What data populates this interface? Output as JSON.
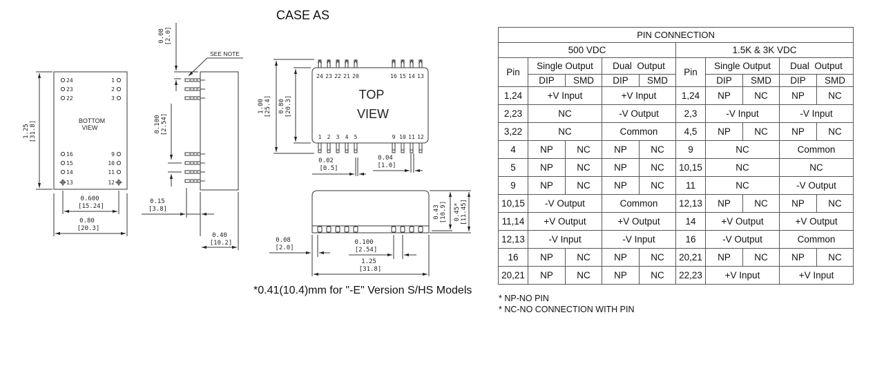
{
  "title": "CASE AS",
  "note_e_version": "*0.41(10.4)mm for \"-E\" Version S/HS Models",
  "bottom_view": {
    "label_line1": "BOTTOM",
    "label_line2": "VIEW",
    "pins_left": [
      "24",
      "23",
      "22",
      "16",
      "15",
      "14",
      "13"
    ],
    "pins_right": [
      "1",
      "2",
      "3",
      "9",
      "10",
      "11",
      "12"
    ],
    "dim_height": "1.25",
    "dim_height_mm": "[31.8]",
    "dim_pitch": "0.600",
    "dim_pitch_mm": "[15.24]",
    "dim_width": "0.80",
    "dim_width_mm": "[20.3]"
  },
  "side_view": {
    "see_note": "SEE NOTE",
    "dim_top": "0.08",
    "dim_top_mm": "[2.0]",
    "dim_pitch": "0.100",
    "dim_pitch_mm": "[2.54]",
    "dim_pin_len": "0.15",
    "dim_pin_len_mm": "[3.8]",
    "dim_depth": "0.40",
    "dim_depth_mm": "[10.2]"
  },
  "top_view": {
    "label_line1": "TOP",
    "label_line2": "VIEW",
    "pins_top": [
      "24",
      "23",
      "22",
      "21",
      "20",
      "16",
      "15",
      "14",
      "13"
    ],
    "pins_bottom": [
      "1",
      "2",
      "3",
      "4",
      "5",
      "9",
      "10",
      "11",
      "12"
    ],
    "dim_outer": "1.00",
    "dim_outer_mm": "[25.4]",
    "dim_inner": "0.80",
    "dim_inner_mm": "[20.3]",
    "dim_pin_w": "0.02",
    "dim_pin_w_mm": "[0.5]",
    "dim_pad_w": "0.04",
    "dim_pad_w_mm": "[1.0]"
  },
  "front_view": {
    "dim_h1": "0.43",
    "dim_h1_mm": "[10.9]",
    "dim_h2": "0.45*",
    "dim_h2_mm": "[11.45]",
    "dim_offset": "0.08",
    "dim_offset_mm": "[2.0]",
    "dim_pitch": "0.100",
    "dim_pitch_mm": "[2.54]",
    "dim_length": "1.25",
    "dim_length_mm": "[31.8]"
  },
  "pin_table": {
    "title": "PIN CONNECTION",
    "group_a": "500 VDC",
    "group_b": "1.5K & 3K VDC",
    "pin_header": "Pin",
    "single_output": "Single Output",
    "dual_output": "Dual  Output",
    "dip": "DIP",
    "smd": "SMD",
    "rows": [
      {
        "a_pin": "1,24",
        "a": [
          "+V Input",
          "+V Input"
        ],
        "b_pin": "1,24",
        "b": [
          "NP",
          "NC",
          "NP",
          "NC"
        ]
      },
      {
        "a_pin": "2,23",
        "a": [
          "NC",
          "-V Output"
        ],
        "b_pin": "2,3",
        "b": [
          "-V Input",
          "-V Input"
        ]
      },
      {
        "a_pin": "3,22",
        "a": [
          "NC",
          "Common"
        ],
        "b_pin": "4,5",
        "b": [
          "NP",
          "NC",
          "NP",
          "NC"
        ]
      },
      {
        "a_pin": "4",
        "a": [
          "NP",
          "NC",
          "NP",
          "NC"
        ],
        "b_pin": "9",
        "b": [
          "NC",
          "Common"
        ]
      },
      {
        "a_pin": "5",
        "a": [
          "NP",
          "NC",
          "NP",
          "NC"
        ],
        "b_pin": "10,15",
        "b": [
          "NC",
          "NC"
        ]
      },
      {
        "a_pin": "9",
        "a": [
          "NP",
          "NC",
          "NP",
          "NC"
        ],
        "b_pin": "11",
        "b": [
          "NC",
          "-V Output"
        ]
      },
      {
        "a_pin": "10,15",
        "a": [
          "-V Output",
          "Common"
        ],
        "b_pin": "12,13",
        "b": [
          "NP",
          "NC",
          "NP",
          "NC"
        ]
      },
      {
        "a_pin": "11,14",
        "a": [
          "+V Output",
          "+V Output"
        ],
        "b_pin": "14",
        "b": [
          "+V Output",
          "+V Output"
        ]
      },
      {
        "a_pin": "12,13",
        "a": [
          "-V Input",
          "-V Input"
        ],
        "b_pin": "16",
        "b": [
          "-V Output",
          "Common"
        ]
      },
      {
        "a_pin": "16",
        "a": [
          "NP",
          "NC",
          "NP",
          "NC"
        ],
        "b_pin": "20,21",
        "b": [
          "NP",
          "NC",
          "NP",
          "NC"
        ]
      },
      {
        "a_pin": "20,21",
        "a": [
          "NP",
          "NC",
          "NP",
          "NC"
        ],
        "b_pin": "22,23",
        "b": [
          "+V Input",
          "+V Input"
        ]
      }
    ]
  },
  "notes": [
    "* NP-NO PIN",
    "* NC-NO CONNECTION WITH PIN"
  ]
}
